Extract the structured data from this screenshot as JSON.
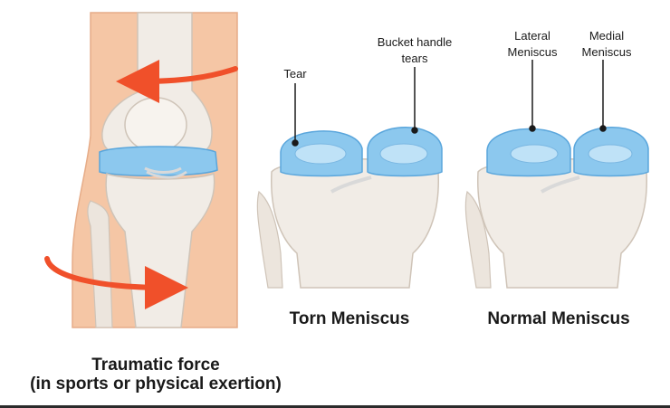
{
  "labels": {
    "tear": "Tear",
    "bucket_handle_line1": "Bucket handle",
    "bucket_handle_line2": "tears",
    "lateral_line1": "Lateral",
    "lateral_line2": "Meniscus",
    "medial_line1": "Medial",
    "medial_line2": "Meniscus",
    "torn_title": "Torn Meniscus",
    "normal_title": "Normal Meniscus",
    "caption_line1": "Traumatic force",
    "caption_line2": "(in sports or physical exertion)"
  },
  "colors": {
    "skin": "#f5c6a5",
    "bone": "#f1ece6",
    "bone_shade": "#ddd3c8",
    "meniscus_blue": "#8cc8ee",
    "meniscus_dark": "#5aa6dc",
    "arrow_red": "#f0502a",
    "text": "#1a1a1a"
  }
}
